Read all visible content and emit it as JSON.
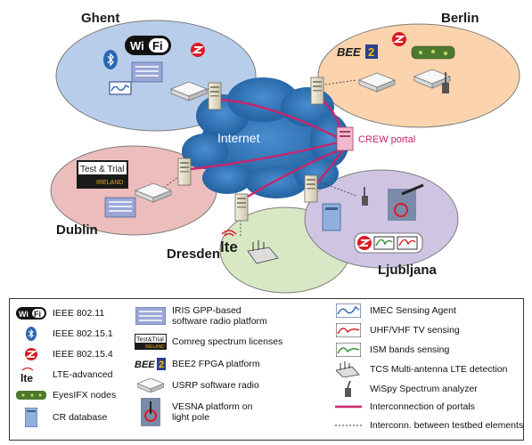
{
  "regions": {
    "ghent": "Ghent",
    "berlin": "Berlin",
    "dublin": "Dublin",
    "dresden": "Dresden",
    "ljubljana": "Ljubljana"
  },
  "internet_label": "Internet",
  "portal_label": "CREW portal",
  "logos": {
    "wifi": "Wi Fi",
    "test_trial_line1": "Test & Trial",
    "test_trial_line2": "IRELAND",
    "bee2": "BEE",
    "lte": "lte"
  },
  "legend": {
    "items": [
      {
        "icon": "wifi-icon",
        "label": "IEEE 802.11"
      },
      {
        "icon": "bluetooth-icon",
        "label": "IEEE 802.15.1"
      },
      {
        "icon": "zigbee-icon",
        "label": "IEEE 802.15.4"
      },
      {
        "icon": "lte-icon",
        "label": "LTE-advanced"
      },
      {
        "icon": "eyesifx-board-icon",
        "label": "EyesIFX nodes"
      },
      {
        "icon": "database-icon",
        "label": "CR database"
      },
      {
        "icon": "iris-icon",
        "label": "IRIS GPP-based"
      },
      {
        "icon": "iris-icon-cont",
        "label": "software radio platform"
      },
      {
        "icon": "test-trial-icon",
        "label": "Comreg spectrum licenses"
      },
      {
        "icon": "bee2-icon",
        "label": "BEE2 FPGA platform"
      },
      {
        "icon": "usrp-icon",
        "label": "USRP software radio"
      },
      {
        "icon": "vesna-icon",
        "label": "VESNA platform on"
      },
      {
        "icon": "vesna-icon-cont",
        "label": "light pole"
      },
      {
        "icon": "imec-sensing-icon",
        "label": "IMEC Sensing Agent"
      },
      {
        "icon": "tv-sensing-icon",
        "label": "UHF/VHF TV sensing"
      },
      {
        "icon": "ism-sensing-icon",
        "label": "ISM bands sensing"
      },
      {
        "icon": "tcs-antenna-icon",
        "label": "TCS Multi-antenna LTE detection"
      },
      {
        "icon": "wispy-icon",
        "label": "WiSpy Spectrum analyzer"
      },
      {
        "icon": "portal-link-icon",
        "label": "Interconnection of portals"
      },
      {
        "icon": "testbed-link-icon",
        "label": "Interconn. between testbed elements"
      }
    ]
  },
  "colors": {
    "ghent_fill": "#b8cde9",
    "berlin_fill": "#fbd3ad",
    "dublin_fill": "#ecbdbd",
    "dresden_fill": "#d8e8c4",
    "ljubljana_fill": "#cfc5e3",
    "cloud": "#2f74b5",
    "portal_link": "#c8256a"
  }
}
